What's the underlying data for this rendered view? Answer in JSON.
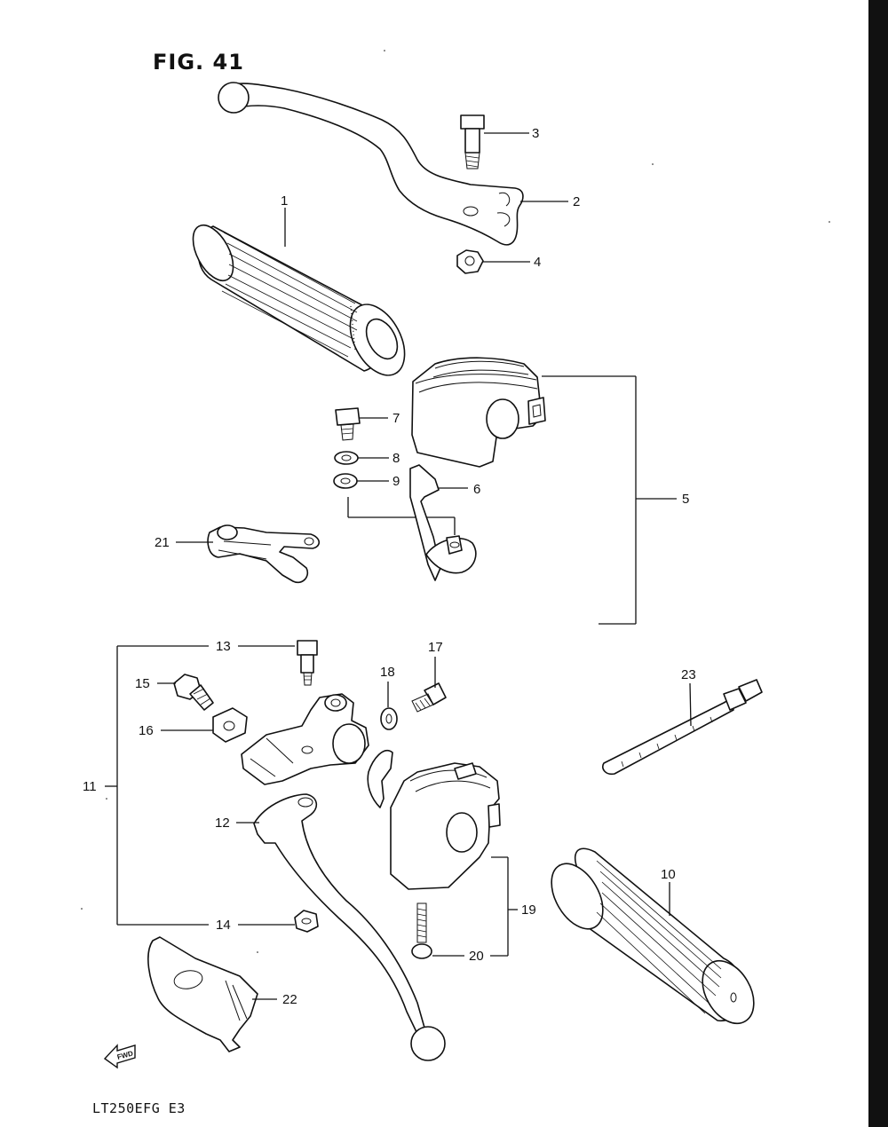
{
  "figure": {
    "title": "FIG. 41",
    "model_code": "LT250EFG E3",
    "fwd_label": "FWD"
  },
  "callouts": {
    "c1": "1",
    "c2": "2",
    "c3": "3",
    "c4": "4",
    "c5": "5",
    "c6": "6",
    "c7": "7",
    "c8": "8",
    "c9": "9",
    "c10": "10",
    "c11": "11",
    "c12": "12",
    "c13": "13",
    "c14": "14",
    "c15": "15",
    "c16": "16",
    "c17": "17",
    "c18": "18",
    "c19": "19",
    "c20": "20",
    "c21": "21",
    "c22": "22",
    "c23": "23"
  }
}
